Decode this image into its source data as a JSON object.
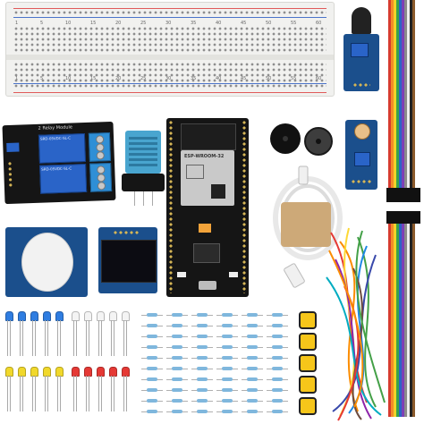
{
  "breadboard": {
    "column_numbers": [
      "1",
      "5",
      "10",
      "15",
      "20",
      "25",
      "30",
      "35",
      "40",
      "45",
      "50",
      "55",
      "60"
    ]
  },
  "relay_module": {
    "title": "2 Relay Module",
    "relay_text": "SRD-05VDC-SL-C"
  },
  "esp32": {
    "module_label": "ESP-WROOM-32"
  },
  "colors": {
    "breadboard": "#f1f1ef",
    "pcb_blue": "#1b4f8c",
    "pcb_black": "#151515",
    "relay_blue": "#2a64c8",
    "rail_red": "#e05a5a",
    "rail_blue": "#4a73c9",
    "button_yellow": "#f6c61a"
  },
  "icons": [
    "breadboard",
    "ir-sensor",
    "ribbon-cable",
    "relay-module",
    "dht-sensor",
    "esp32-board",
    "buzzer",
    "photoresistor-module",
    "usb-cable",
    "pir-sensor",
    "oled-display",
    "led-blue",
    "led-white",
    "led-yellow",
    "led-red",
    "resistor-pack",
    "tactile-button",
    "jumper-wires"
  ]
}
